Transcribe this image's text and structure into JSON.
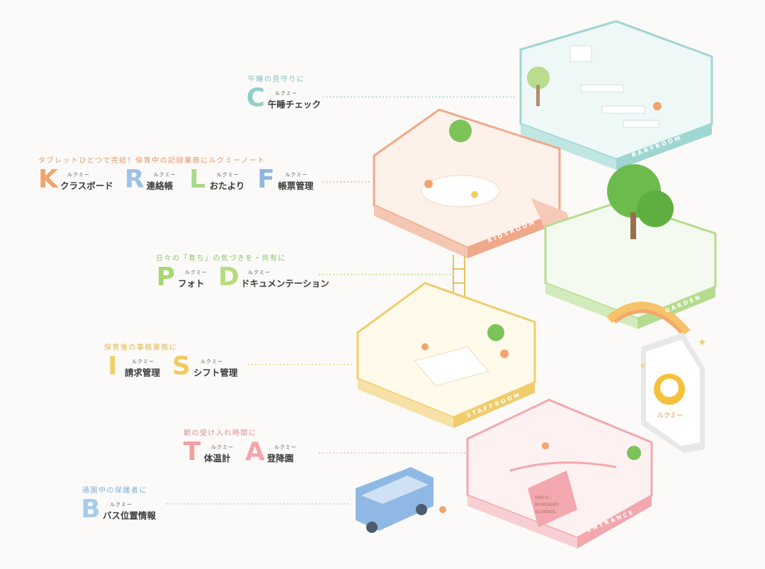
{
  "groups": [
    {
      "caption": "午睡の見守りに",
      "caption_color": "#7fc4c0",
      "items": [
        {
          "letter": "C",
          "color": "#8fcfca",
          "brand": "ルクミー",
          "name": "午睡チェック"
        }
      ]
    },
    {
      "caption": "タブレットひとつで完結！保育中の記録業務にルクミーノート",
      "caption_color": "#e8956a",
      "items": [
        {
          "letter": "K",
          "color": "#f0a46e",
          "brand": "ルクミー",
          "name": "クラスボード"
        },
        {
          "letter": "R",
          "color": "#9cc3e6",
          "brand": "ルクミー",
          "name": "連絡帳"
        },
        {
          "letter": "L",
          "color": "#a8d88a",
          "brand": "ルクミー",
          "name": "おたより"
        },
        {
          "letter": "F",
          "color": "#8fb6e0",
          "brand": "ルクミー",
          "name": "帳票管理"
        }
      ]
    },
    {
      "caption": "日々の「育ち」の気づきを・共有に",
      "caption_color": "#8cc46a",
      "items": [
        {
          "letter": "P",
          "color": "#a6d872",
          "brand": "ルクミー",
          "name": "フォト"
        },
        {
          "letter": "D",
          "color": "#b5dc7e",
          "brand": "ルクミー",
          "name": "ドキュメンテーション"
        }
      ]
    },
    {
      "caption": "保育後の事務業務に",
      "caption_color": "#e3b84a",
      "items": [
        {
          "letter": "I",
          "color": "#f3cf6a",
          "brand": "ルクミー",
          "name": "請求管理"
        },
        {
          "letter": "S",
          "color": "#f3c85e",
          "brand": "ルクミー",
          "name": "シフト管理"
        }
      ]
    },
    {
      "caption": "朝の受け入れ時間に",
      "caption_color": "#e58a8a",
      "items": [
        {
          "letter": "T",
          "color": "#f0a0a0",
          "brand": "ルクミー",
          "name": "体温計"
        },
        {
          "letter": "A",
          "color": "#f2a6ac",
          "brand": "ルクミー",
          "name": "登降園"
        }
      ]
    },
    {
      "caption": "通園中の保護者に",
      "caption_color": "#7fb0d8",
      "items": [
        {
          "letter": "B",
          "color": "#a9cbe8",
          "brand": "ルクミー",
          "name": "バス位置情報"
        }
      ]
    }
  ],
  "rooms": {
    "babyroom": "BABYROOM",
    "kidsroom": "KIDSROOM",
    "garden": "GARDEN",
    "staffroom": "STAFFROOM",
    "entrance": "ENTRANCE"
  },
  "school_sign": [
    "UNI'S",
    "NURSERY",
    "SCHOOL"
  ],
  "tablet_logo": "ルクミー",
  "colors": {
    "babyroom": "#9fd6d2",
    "kidsroom": "#f0a88a",
    "garden": "#b5dc8e",
    "staffroom": "#f0cc6a",
    "entrance": "#f2a8ae",
    "bus": "#8fb8e4"
  }
}
